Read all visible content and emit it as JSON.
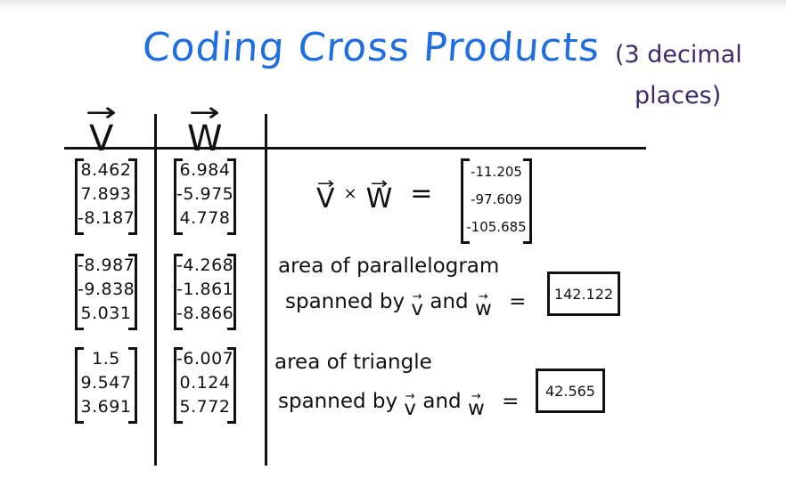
{
  "title": "Coding Cross Products",
  "note": {
    "line1": "(3 decimal",
    "line2": "places)"
  },
  "columns": {
    "v": "V",
    "w": "W",
    "arrow": "→"
  },
  "rows": [
    {
      "v": [
        "8.462",
        "7.893",
        "-8.187"
      ],
      "w": [
        "6.984",
        "-5.975",
        "4.778"
      ]
    },
    {
      "v": [
        "-8.987",
        "-9.838",
        "5.031"
      ],
      "w": [
        "-4.268",
        "-1.861",
        "-8.866"
      ]
    },
    {
      "v": [
        "1.5",
        "9.547",
        "3.691"
      ],
      "w": [
        "-6.007",
        "0.124",
        "5.772"
      ]
    }
  ],
  "cross": {
    "v": "V",
    "times": "×",
    "w": "W",
    "equals": "=",
    "result": [
      "-11.205",
      "-97.609",
      "-105.685"
    ]
  },
  "parallelogram": {
    "line1": "area of parallelogram",
    "line2_prefix": "spanned by",
    "v": "v",
    "and": "and",
    "w": "w",
    "equals": "=",
    "value": "142.122"
  },
  "triangle": {
    "line1": "area of triangle",
    "line2_prefix": "spanned by",
    "v": "v",
    "and": "and",
    "w": "w",
    "equals": "=",
    "value": "42.565"
  },
  "colors": {
    "title": "#1f6fe0",
    "note": "#3a2a6a",
    "ink": "#111111"
  }
}
